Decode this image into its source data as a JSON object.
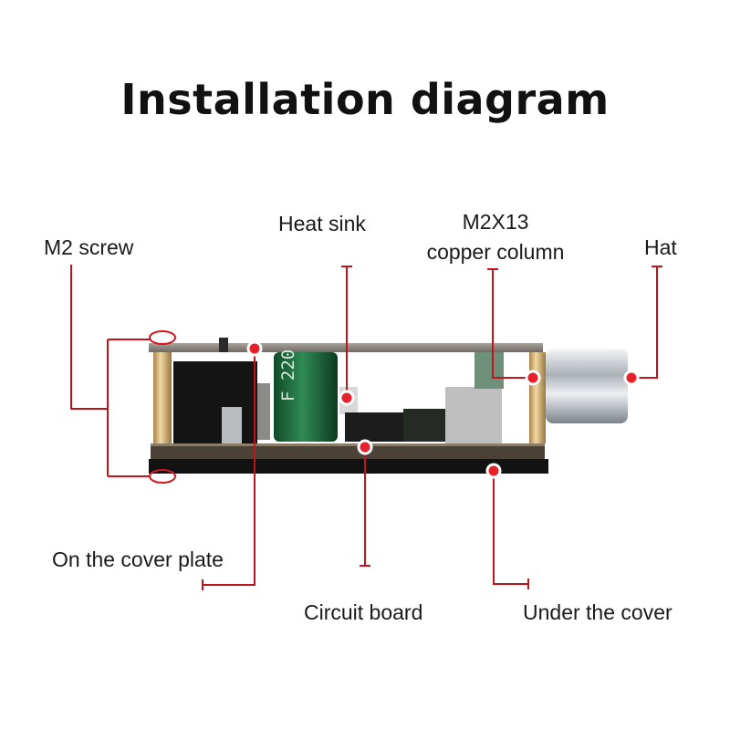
{
  "title": "Installation diagram",
  "labels": {
    "m2_screw": "M2 screw",
    "heat_sink": "Heat sink",
    "copper_col_line1": "M2X13",
    "copper_col_line2": "copper column",
    "hat": "Hat",
    "on_cover_plate": "On the cover plate",
    "circuit_board": "Circuit board",
    "under_cover": "Under the cover"
  },
  "capacitor_text": "F 220",
  "colors": {
    "leader_line": "#c0141c",
    "marker_fill": "#e8202a",
    "board_green": "#2b3a2e",
    "plate": "#8c8580",
    "brass": "#d8b878",
    "knob": "#c9cdd2"
  }
}
